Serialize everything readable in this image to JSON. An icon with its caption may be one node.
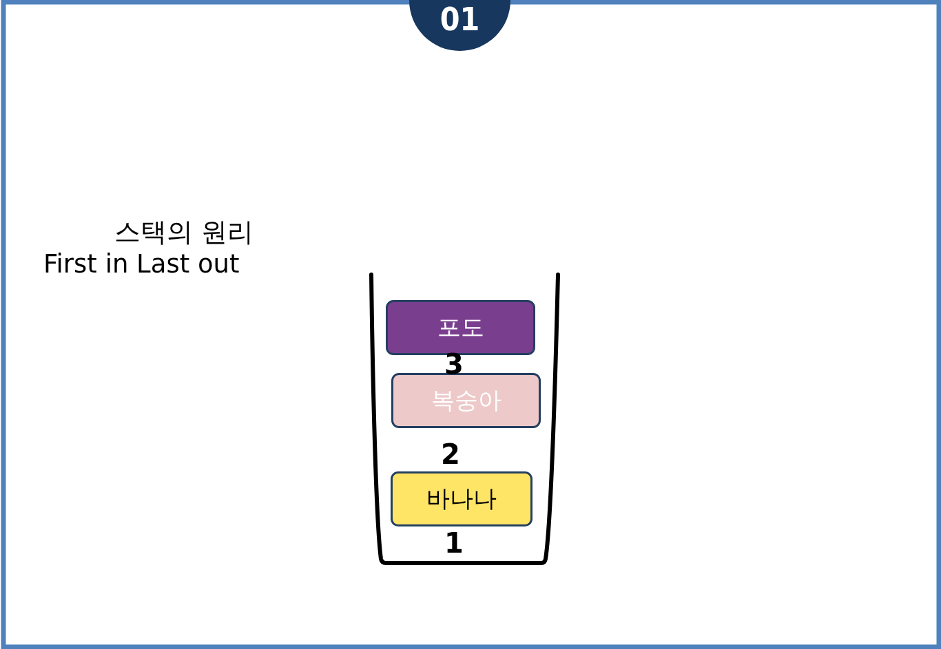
{
  "diagram": {
    "nodes": [
      {
        "text": [
          "01"
        ]
      },
      {
        "text": [
          "포도"
        ]
      },
      {
        "text": [
          "복숭아"
        ]
      },
      {
        "text": [
          "바나나"
        ]
      }
    ],
    "labels": [
      "스택의 원리",
      "First in Last out",
      "3",
      "2",
      "1"
    ]
  }
}
